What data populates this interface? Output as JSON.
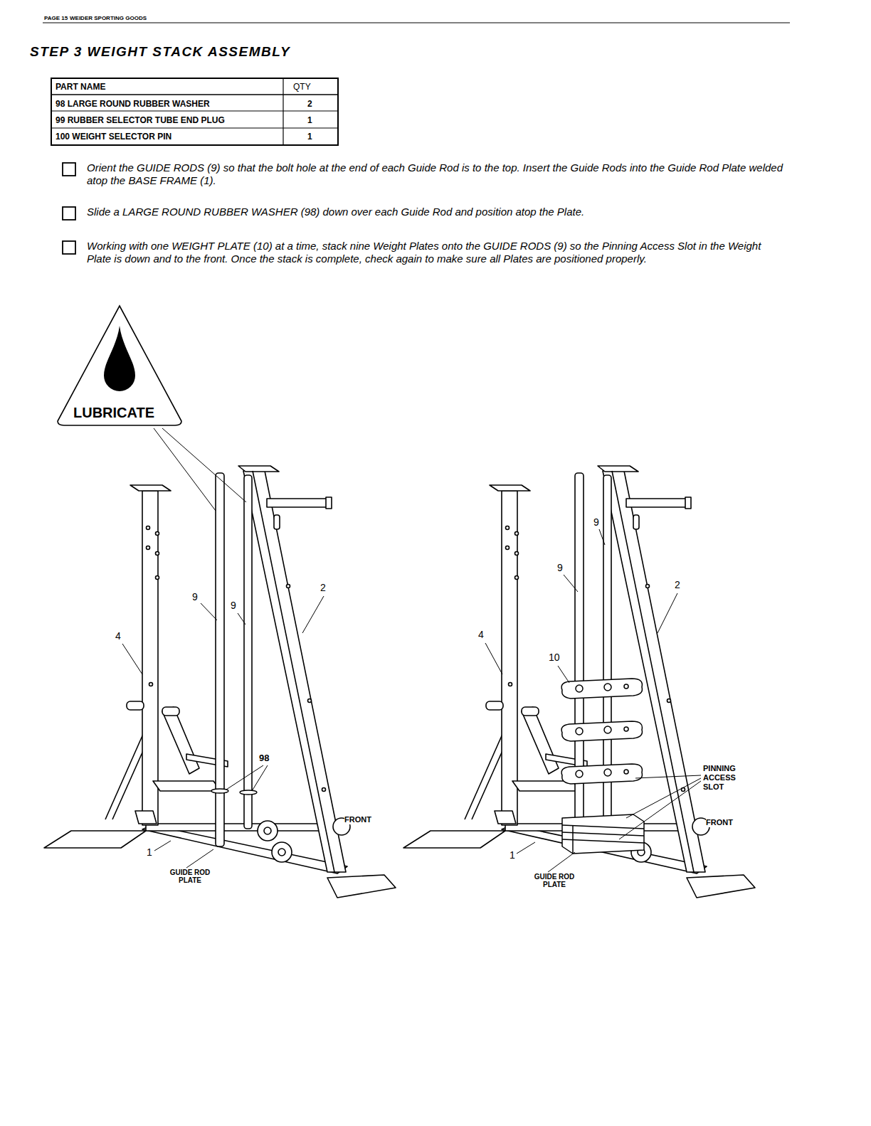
{
  "diagram": {
    "title": "STEP 3 WEIGHT STACK ASSEMBLY",
    "nodes": [
      {
        "text": [
          "LUBRICATE"
        ]
      }
    ],
    "edges": [],
    "labels": [
      "PAGE 15",
      "WEIDER SPORTING GOODS",
      "PART NAME",
      "QTY",
      "98 LARGE ROUND RUBBER WASHER",
      "2",
      "99 RUBBER SELECTOR TUBE END PLUG",
      "1",
      "100 WEIGHT SELECTOR PIN",
      "1",
      "Orient the GUIDE RODS (9) so that the bolt hole at the end of each Guide Rod is to the top. Insert the Guide Rods into the Guide Rod Plate welded atop the BASE FRAME (1).",
      "Slide a LARGE ROUND RUBBER WASHER (98) down over each Guide Rod and position atop the Plate.",
      "Working with one WEIGHT PLATE (10) at a time, stack nine Weight Plates onto the GUIDE RODS (9) so the Pinning Access Slot in the Weight Plate is down and to the front. Once the stack is complete, check again to make sure all Plates are positioned properly.",
      "9",
      "9",
      "4",
      "2",
      "98",
      "FRONT",
      "1",
      "GUIDE ROD PLATE",
      "9",
      "9",
      "4",
      "10",
      "2",
      "PINNING ACCESS SLOT",
      "FRONT",
      "1",
      "GUIDE ROD PLATE"
    ]
  }
}
